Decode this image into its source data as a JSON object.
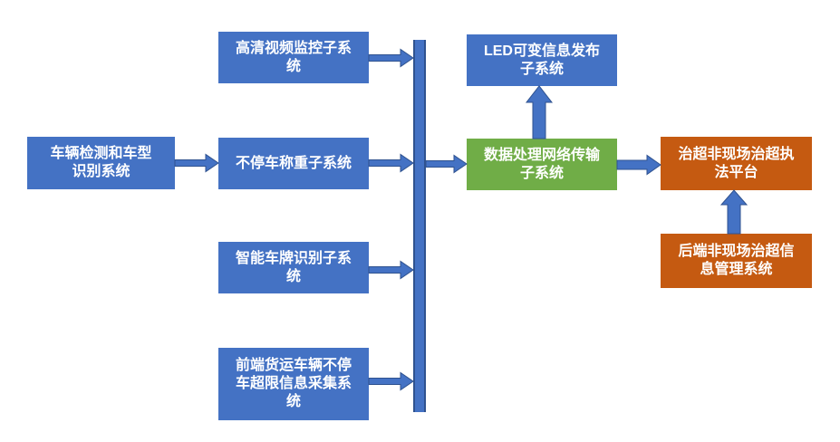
{
  "diagram": {
    "type": "flowchart",
    "background": "#ffffff",
    "colors": {
      "node_blue": "#4472C4",
      "node_green": "#70AD47",
      "node_orange": "#C55A11",
      "arrow_fill": "#4472C4",
      "arrow_border": "#2F528F",
      "text": "#ffffff"
    },
    "nodes": {
      "vehicle_detection": {
        "label": "车辆检测和车型\n识别系统",
        "color": "blue"
      },
      "hd_video": {
        "label": "高清视频监控子系\n统",
        "color": "blue"
      },
      "weighing": {
        "label": "不停车称重子系统",
        "color": "blue"
      },
      "plate_recognition": {
        "label": "智能车牌识别子系\n统",
        "color": "blue"
      },
      "front_collection": {
        "label": "前端货运车辆不停\n车超限信息采集系\n统",
        "color": "blue"
      },
      "bus_bar": {
        "label": "",
        "color": "blue"
      },
      "led_display": {
        "label": "LED可变信息发布\n子系统",
        "color": "blue"
      },
      "data_processing": {
        "label": "数据处理网络传输\n子系统",
        "color": "green"
      },
      "enforcement_platform": {
        "label": "治超非现场治超执\n法平台",
        "color": "orange"
      },
      "backend_management": {
        "label": "后端非现场治超信\n息管理系统",
        "color": "orange"
      }
    },
    "edges": [
      {
        "from": "vehicle_detection",
        "to": "weighing",
        "direction": "right"
      },
      {
        "from": "hd_video",
        "to": "bus_bar",
        "direction": "right"
      },
      {
        "from": "weighing",
        "to": "bus_bar",
        "direction": "right"
      },
      {
        "from": "plate_recognition",
        "to": "bus_bar",
        "direction": "right"
      },
      {
        "from": "front_collection",
        "to": "bus_bar",
        "direction": "right"
      },
      {
        "from": "bus_bar",
        "to": "data_processing",
        "direction": "right"
      },
      {
        "from": "data_processing",
        "to": "led_display",
        "direction": "up"
      },
      {
        "from": "data_processing",
        "to": "enforcement_platform",
        "direction": "right"
      },
      {
        "from": "backend_management",
        "to": "enforcement_platform",
        "direction": "up"
      }
    ]
  }
}
